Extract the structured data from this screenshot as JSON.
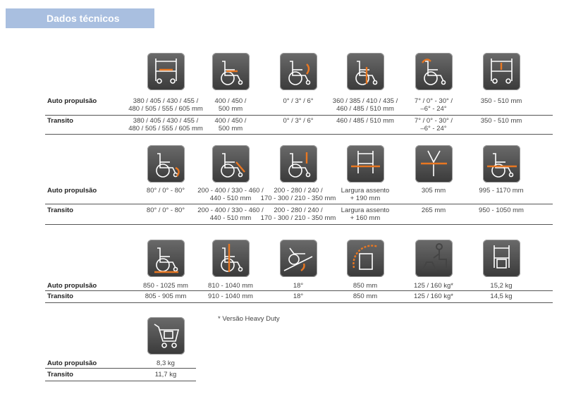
{
  "title": "Dados técnicos",
  "labels": {
    "auto": "Auto propulsão",
    "transito": "Transito"
  },
  "note": "* Versão Heavy Duty",
  "sections": [
    {
      "icons": [
        "seat-width-icon",
        "seat-depth-icon",
        "seat-angle-icon",
        "seat-height-icon",
        "backrest-angle-icon",
        "armrest-height-icon"
      ],
      "auto": [
        [
          "380 / 405 / 430 / 455 /",
          "480 / 505 / 555 / 605 mm"
        ],
        [
          "400 / 450 /",
          "500 mm"
        ],
        [
          "0° / 3° / 6°"
        ],
        [
          "360 / 385 / 410 / 435 /",
          "460 / 485 / 510 mm"
        ],
        [
          "7° / 0° - 30° /",
          "–6° - 24°"
        ],
        [
          "350 - 510 mm"
        ]
      ],
      "transito": [
        [
          "380 / 405 / 430 / 455 /",
          "480 / 505 / 555 / 605 mm"
        ],
        [
          "400 / 450 /",
          "500 mm"
        ],
        [
          "0° / 3° / 6°"
        ],
        [
          "460 / 485 / 510 mm"
        ],
        [
          "7° / 0° - 30° /",
          "–6° - 24°"
        ],
        [
          "350 - 510 mm"
        ]
      ]
    },
    {
      "icons": [
        "legrest-angle-icon",
        "footrest-length-icon",
        "backrest-height-icon",
        "overall-width-icon",
        "folded-width-icon",
        "overall-length-icon"
      ],
      "auto": [
        [
          "80° / 0° - 80°"
        ],
        [
          "200 - 400 / 330 - 460 /",
          "440 - 510 mm"
        ],
        [
          "200 - 280 / 240 /",
          "170 - 300 / 210 - 350 mm"
        ],
        [
          "Largura assento",
          "+ 190 mm"
        ],
        [
          "305 mm"
        ],
        [
          "995 - 1170 mm"
        ]
      ],
      "transito": [
        [
          "80° / 0° - 80°"
        ],
        [
          "200 - 400 / 330 - 460 /",
          "440 - 510 mm"
        ],
        [
          "200 - 280 / 240 /",
          "170 - 300 / 210 - 350 mm"
        ],
        [
          "Largura assento",
          "+ 160 mm"
        ],
        [
          "265 mm"
        ],
        [
          "950 - 1050 mm"
        ]
      ]
    },
    {
      "icons": [
        "folded-length-icon",
        "overall-height-icon",
        "ramp-angle-icon",
        "turning-circle-icon",
        "max-load-icon",
        "weight-icon"
      ],
      "auto": [
        [
          "850 - 1025 mm"
        ],
        [
          "810 - 1040 mm"
        ],
        [
          "18°"
        ],
        [
          "850 mm"
        ],
        [
          "125 / 160 kg*"
        ],
        [
          "15,2 kg"
        ]
      ],
      "transito": [
        [
          "805 - 905 mm"
        ],
        [
          "910 - 1040 mm"
        ],
        [
          "18°"
        ],
        [
          "850 mm"
        ],
        [
          "125 / 160 kg*"
        ],
        [
          "14,5 kg"
        ]
      ]
    },
    {
      "icons": [
        "transport-weight-icon"
      ],
      "auto": [
        [
          "8,3 kg"
        ]
      ],
      "transito": [
        [
          "11,7 kg"
        ]
      ]
    }
  ]
}
